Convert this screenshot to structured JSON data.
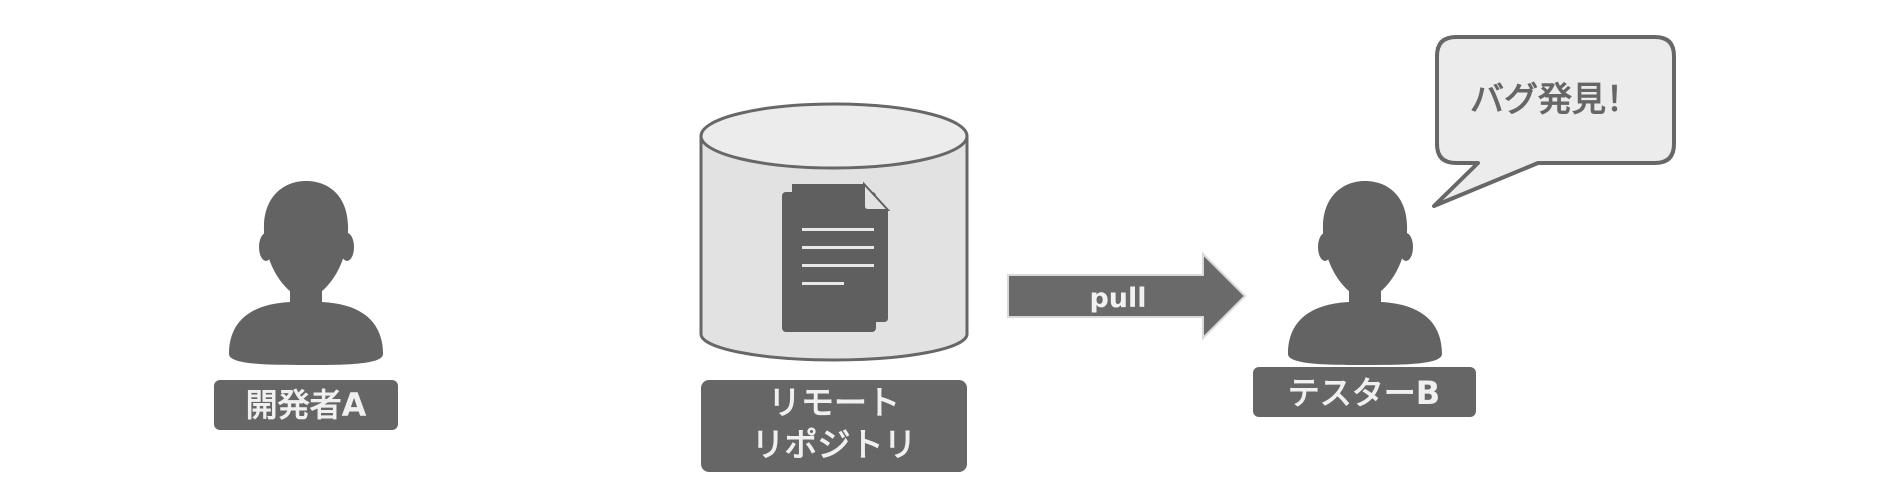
{
  "developer": {
    "label": "開発者A"
  },
  "repository": {
    "label_line1": "リモート",
    "label_line2": "リポジトリ"
  },
  "arrow": {
    "label": "pull"
  },
  "tester": {
    "label": "テスターB",
    "speech": "バグ発見！"
  },
  "colors": {
    "person": "#636363",
    "label_bg": "#666666",
    "label_text": "#f0f0f0",
    "cylinder_fill": "#e2e2e2",
    "cylinder_top": "#ececec",
    "cylinder_stroke": "#676767",
    "arrow_fill": "#6a6a6a",
    "bubble_fill": "#ececec",
    "bubble_stroke": "#676767",
    "bubble_text": "#666666"
  },
  "icons": {
    "developer": "person-icon",
    "tester": "person-icon",
    "repository": "database-cylinder-icon",
    "file": "document-icon"
  }
}
